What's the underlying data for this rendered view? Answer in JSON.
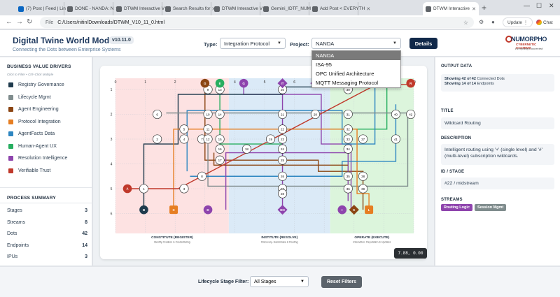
{
  "browser": {
    "tabs": [
      {
        "title": "(7) Post | Feed | Lin"
      },
      {
        "title": "DONE - NANDA: N"
      },
      {
        "title": "DTWM Interactive V"
      },
      {
        "title": "Search Results for"
      },
      {
        "title": "DTWM Interactive V"
      },
      {
        "title": "Gemini_IDTF_NUM"
      },
      {
        "title": "Add Post < EVERYTH"
      },
      {
        "title": "DTWM Interactive"
      }
    ],
    "address_scheme": "File",
    "address": "C:/Users/nitin/Downloads/DTWM_V10_11_0.html",
    "update_label": "Update",
    "chat_label": "Chat"
  },
  "app": {
    "title": "Digital Twine World Model",
    "version": "v10.11.0",
    "subtitle": "Connecting the Dots between Enterprise Systems",
    "type_label": "Type:",
    "type_value": "Integration Protocol",
    "project_label": "Project:",
    "project_value": "NANDA",
    "details_label": "Details",
    "logo_name": "NUMORPHO",
    "logo_sub": "CYBERNETIC SYSTEMS",
    "logo_tag": "Everything Connected"
  },
  "project_options": [
    "NANDA",
    "ISA-95",
    "OPC Unified Architecture",
    "MQTT Messaging Protocol"
  ],
  "left": {
    "drivers_title": "BUSINESS VALUE DRIVERS",
    "drivers_hint": "Click to Filter • Ctrl+Click Multiple",
    "drivers": [
      {
        "label": "Registry Governance",
        "color": "#1f3b4d"
      },
      {
        "label": "Lifecycle Mgmt",
        "color": "#7f8c8d"
      },
      {
        "label": "Agent Engineering",
        "color": "#8b4513"
      },
      {
        "label": "Protocol Integration",
        "color": "#e67e22"
      },
      {
        "label": "AgentFacts Data",
        "color": "#2e86c1"
      },
      {
        "label": "Human-Agent UX",
        "color": "#27ae60"
      },
      {
        "label": "Resolution Intelligence",
        "color": "#8e44ad"
      },
      {
        "label": "Verifiable Trust",
        "color": "#c0392b"
      }
    ],
    "summary_title": "PROCESS SUMMARY",
    "summary": [
      {
        "label": "Stages",
        "value": "3"
      },
      {
        "label": "Streams",
        "value": "8"
      },
      {
        "label": "Dots",
        "value": "42"
      },
      {
        "label": "Endpoints",
        "value": "14"
      },
      {
        "label": "IPUs",
        "value": "3"
      }
    ]
  },
  "canvas": {
    "x_ticks": [
      "0",
      "1",
      "2",
      "3",
      "4",
      "5",
      "6",
      "7",
      "8",
      "9",
      "10"
    ],
    "y_ticks": [
      "1",
      "2",
      "3",
      "4",
      "5",
      "6"
    ],
    "stages": [
      {
        "name": "CONSTITUTE (REGISTER)",
        "desc": "Identity Creation & Credentialing",
        "color": "#fde2e2"
      },
      {
        "name": "INSTITUTE (RESOLVE)",
        "desc": "Discovery, Handshake & Routing",
        "color": "#dbeaf7"
      },
      {
        "name": "OPERATE (EXECUTE)",
        "desc": "Interaction, Reputation & Updates",
        "color": "#dcf5dc"
      }
    ],
    "top_endpoints": [
      {
        "label": "G",
        "shape": "circle",
        "color": "#8b4513"
      },
      {
        "label": "E",
        "shape": "circle",
        "color": "#27ae60"
      },
      {
        "label": "G",
        "shape": "circle",
        "color": "#8e44ad"
      },
      {
        "label": "IT",
        "shape": "diamond",
        "color": "#8e44ad"
      },
      {
        "label": "G",
        "shape": "diamond",
        "color": "#8e44ad"
      },
      {
        "label": "E",
        "shape": "circle",
        "color": "#27ae60"
      },
      {
        "label": "DE",
        "shape": "diamond",
        "color": "#c0392b"
      },
      {
        "label": "M",
        "shape": "diamond",
        "color": "#1f3b4d"
      },
      {
        "label": "R",
        "shape": "circle",
        "color": "#c0392b"
      }
    ],
    "bottom_endpoints": [
      {
        "label": "B",
        "shape": "circle",
        "color": "#1f3b4d"
      },
      {
        "label": "C",
        "shape": "square",
        "color": "#e67e22"
      },
      {
        "label": "D",
        "shape": "circle",
        "color": "#8e44ad"
      },
      {
        "label": "DH",
        "shape": "diamond",
        "color": "#8e44ad"
      },
      {
        "label": "I",
        "shape": "circle",
        "color": "#8e44ad"
      },
      {
        "label": "K",
        "shape": "diamond",
        "color": "#8b4513"
      },
      {
        "label": "L",
        "shape": "square",
        "color": "#e67e22"
      }
    ],
    "left_endpoint": {
      "label": "A",
      "color": "#c0392b"
    },
    "dots": [
      "1",
      "2",
      "3",
      "4",
      "5",
      "6",
      "7",
      "8",
      "9",
      "10",
      "11",
      "12",
      "13",
      "14",
      "15",
      "16",
      "17",
      "18",
      "19",
      "20",
      "21",
      "22",
      "23",
      "24",
      "25",
      "26",
      "27",
      "28",
      "29",
      "30",
      "31",
      "32",
      "33",
      "34",
      "35",
      "36",
      "37",
      "38",
      "39",
      "40",
      "41",
      "42"
    ],
    "coord_readout": "7.88, 0.00"
  },
  "right": {
    "output_title": "OUTPUT DATA",
    "showing_dots_bold": "Showing 42 of 42",
    "showing_dots_rest": "Connected Dots",
    "showing_end_bold": "Showing 14 of 14",
    "showing_end_rest": "Endpoints",
    "title_label": "TITLE",
    "title_value": "Wildcard Routing",
    "desc_label": "DESCRIPTION",
    "desc_value": "Intelligent routing using '+' (single level) and '#' (multi-level) subscription wildcards.",
    "id_label": "ID / STAGE",
    "id_value": "#22 / midstream",
    "streams_label": "STREAMS",
    "streams": [
      {
        "label": "Routing Logic",
        "color": "#8e44ad"
      },
      {
        "label": "Session Mgmt",
        "color": "#7f8c8d"
      }
    ]
  },
  "footer": {
    "stage_filter_label": "Lifecycle Stage Filter:",
    "stage_filter_value": "All Stages",
    "reset_label": "Reset Filters"
  }
}
